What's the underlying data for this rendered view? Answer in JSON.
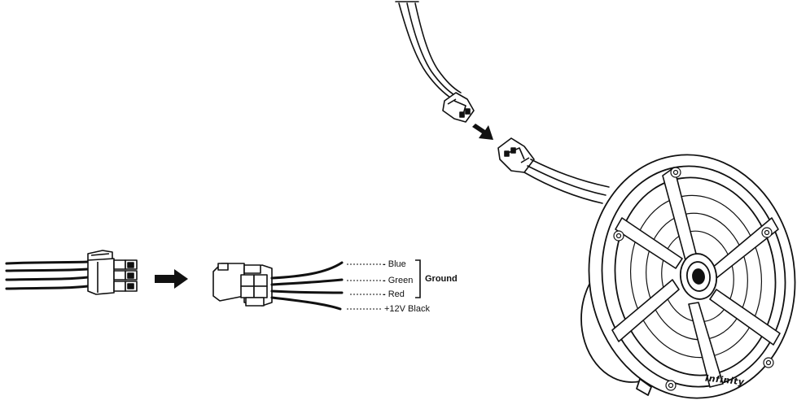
{
  "wire_labels": [
    {
      "id": "blue",
      "prefix": "-",
      "text": "Blue"
    },
    {
      "id": "green",
      "prefix": "-",
      "text": "Green"
    },
    {
      "id": "red",
      "prefix": "-",
      "text": "Red"
    },
    {
      "id": "black",
      "prefix": "",
      "text": "+12V Black"
    }
  ],
  "ground_label": "Ground",
  "brand_logo_text": "Infinity",
  "icons": [
    "arrow-right-icon",
    "arrow-down-right-icon",
    "connector-icon",
    "speaker-icon"
  ],
  "colors": {
    "line": "#111111",
    "background": "#ffffff"
  }
}
